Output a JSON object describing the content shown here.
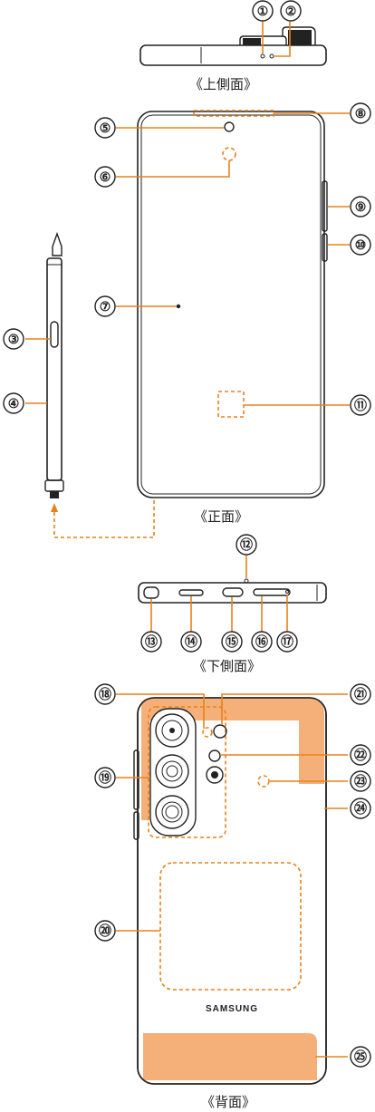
{
  "views": {
    "top": "《上側面》",
    "front": "《正面》",
    "bottom": "《下側面》",
    "back": "《背面》"
  },
  "brand": "SAMSUNG",
  "callouts": [
    "①",
    "②",
    "③",
    "④",
    "⑤",
    "⑥",
    "⑦",
    "⑧",
    "⑨",
    "⑩",
    "⑪",
    "⑫",
    "⑬",
    "⑭",
    "⑮",
    "⑯",
    "⑰",
    "⑱",
    "⑲",
    "⑳",
    "㉑",
    "㉒",
    "㉓",
    "㉔",
    "㉕"
  ],
  "colors": {
    "accent": "#e8811b",
    "fill": "#f5b07a",
    "line": "#222222"
  }
}
